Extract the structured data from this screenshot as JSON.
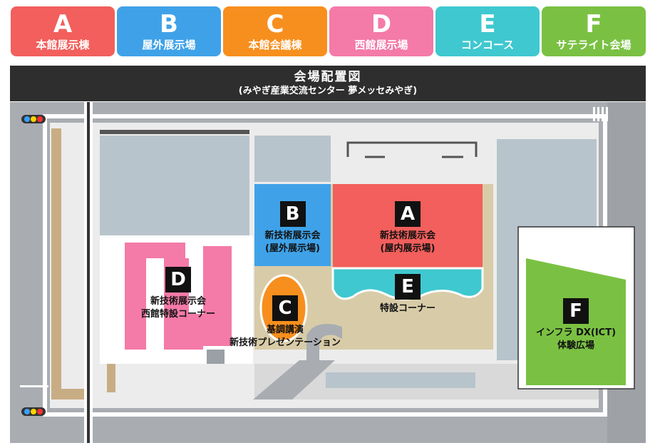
{
  "legend": [
    {
      "letter": "A",
      "name": "本館展示棟",
      "color": "#f25f5c"
    },
    {
      "letter": "B",
      "name": "屋外展示場",
      "color": "#3fa2e8"
    },
    {
      "letter": "C",
      "name": "本館会議棟",
      "color": "#f78f1e"
    },
    {
      "letter": "D",
      "name": "西館展示場",
      "color": "#f47aa8"
    },
    {
      "letter": "E",
      "name": "コンコース",
      "color": "#3fc8cf"
    },
    {
      "letter": "F",
      "name": "サテライト会場",
      "color": "#7ac143"
    }
  ],
  "banner": {
    "title": "会場配置図",
    "subtitle": "(みやぎ産業交流センター 夢メッセみやぎ)"
  },
  "areas": {
    "A": {
      "letter": "A",
      "line1": "新技術展示会",
      "line2": "(屋内展示場)",
      "color": "#f25f5c"
    },
    "B": {
      "letter": "B",
      "line1": "新技術展示会",
      "line2": "(屋外展示場)",
      "color": "#3fa2e8"
    },
    "C": {
      "letter": "C",
      "line1": "基調講演",
      "line2": "新技術プレゼンテーション",
      "color": "#f78f1e"
    },
    "D": {
      "letter": "D",
      "line1": "新技術展示会",
      "line2": "西館特設コーナー",
      "color": "#f47aa8"
    },
    "E": {
      "letter": "E",
      "line1": "特設コーナー",
      "color": "#3fc8cf"
    },
    "F": {
      "letter": "F",
      "line1": "インフラ DX(ICT)",
      "line2": "体験広場",
      "color": "#7ac143"
    }
  }
}
